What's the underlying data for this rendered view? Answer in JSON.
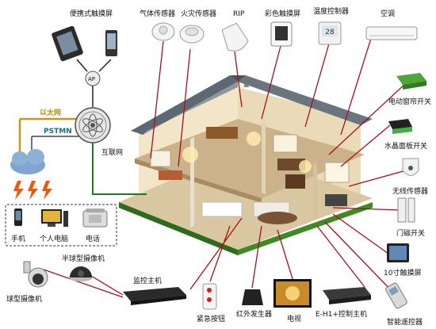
{
  "labels": {
    "portable_touchscreen": "便携式触摸屏",
    "gas_sensor": "气体传感器",
    "fire_sensor": "火灾传感器",
    "rip": "RIP",
    "color_touchscreen": "彩色触摸屏",
    "thermostat": "温度控制器",
    "air_conditioner": "空调",
    "curtain_switch": "电动窗帘开关",
    "crystal_panel_switch": "水晶面板开关",
    "wireless_sensor": "无线传感器",
    "door_magnet_switch": "门磁开关",
    "touchscreen_10inch": "10寸触摸屏",
    "control_host": "E-H1+控制主机",
    "smart_remote": "智能遥控器",
    "tv": "电视",
    "ir_generator": "红外发生器",
    "emergency_button": "紧急按钮",
    "monitor_host": "监控主机",
    "half_dome_camera": "半球型摄像机",
    "dome_camera": "球型摄像机",
    "phone": "手机",
    "pc": "个人电脑",
    "telephone": "电话",
    "internet": "互联网",
    "ethernet": "以太网",
    "pstmn": "PSTMN",
    "ap": "AP"
  },
  "thermostat_reading": "28",
  "colors": {
    "orange_line": "#c8951f",
    "green_line": "#1f7a1f",
    "red_line": "#a3121c",
    "dark_line": "#222222"
  }
}
